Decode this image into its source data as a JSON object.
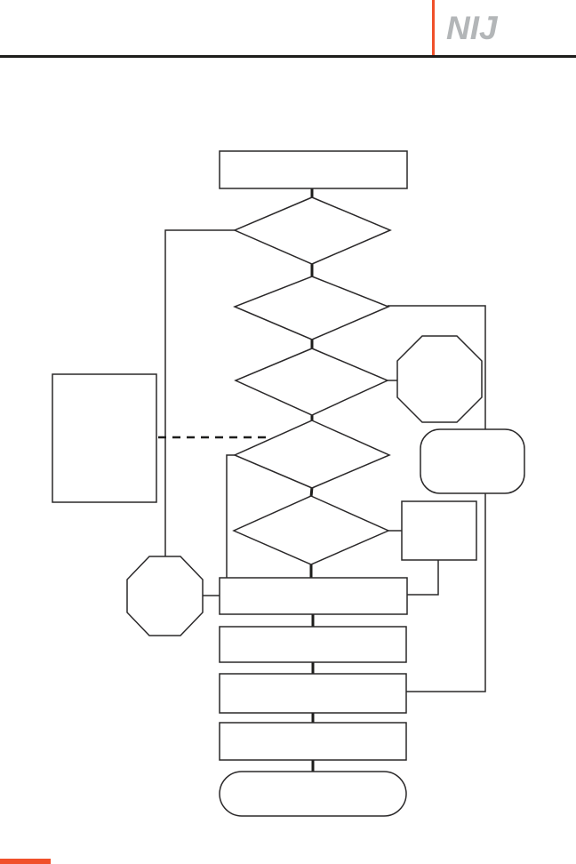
{
  "header": {
    "logo_text": "NIJ"
  },
  "colors": {
    "accent_orange": "#F0502A",
    "header_rule": "#1D1D1B",
    "logo_gray": "#B3B6B8",
    "diagram_stroke": "#2A2829"
  },
  "diagram": {
    "type": "flowchart",
    "description": "Unlabeled flowchart: start box feeds a vertical chain of five decision diamonds; side branches lead to two octagonal stop nodes, a rounded display node, a small side process box and a left annotation box connected by a dashed line; flow converges into four stacked process rectangles ending in a rounded terminator.",
    "nodes": [
      {
        "id": "start-box",
        "shape": "rectangle",
        "label": ""
      },
      {
        "id": "decision-1",
        "shape": "diamond",
        "label": ""
      },
      {
        "id": "decision-2",
        "shape": "diamond",
        "label": ""
      },
      {
        "id": "decision-3",
        "shape": "diamond",
        "label": ""
      },
      {
        "id": "decision-4",
        "shape": "diamond",
        "label": ""
      },
      {
        "id": "decision-5",
        "shape": "diamond",
        "label": ""
      },
      {
        "id": "annotation-left-box",
        "shape": "rectangle",
        "label": ""
      },
      {
        "id": "stop-octagon-right",
        "shape": "octagon",
        "label": ""
      },
      {
        "id": "display-rounded-right",
        "shape": "rounded-rectangle",
        "label": ""
      },
      {
        "id": "side-process-right",
        "shape": "rectangle",
        "label": ""
      },
      {
        "id": "stop-octagon-left",
        "shape": "octagon",
        "label": ""
      },
      {
        "id": "process-1",
        "shape": "rectangle",
        "label": ""
      },
      {
        "id": "process-2",
        "shape": "rectangle",
        "label": ""
      },
      {
        "id": "process-3",
        "shape": "rectangle",
        "label": ""
      },
      {
        "id": "process-4",
        "shape": "rectangle",
        "label": ""
      },
      {
        "id": "end-terminator",
        "shape": "rounded-terminator",
        "label": ""
      }
    ],
    "edges": [
      "start-box -> decision-1",
      "decision-1 -> decision-2",
      "decision-1 -> stop-octagon-left (left branch)",
      "decision-2 -> decision-3",
      "decision-2 -> process-3 (right branch down far column)",
      "decision-3 -> decision-4",
      "decision-3 -> stop-octagon-right",
      "decision-4 -> decision-5",
      "decision-4 -> process-1 (left branch)",
      "decision-5 -> process-1",
      "decision-5 -> side-process-right",
      "side-process-right -> process-1 (right edge)",
      "stop-octagon-left -> process-1 (left edge)",
      "annotation-left-box -- decision-4 (dashed)",
      "process-1 -> process-2 -> process-3 -> process-4 -> end-terminator"
    ]
  }
}
